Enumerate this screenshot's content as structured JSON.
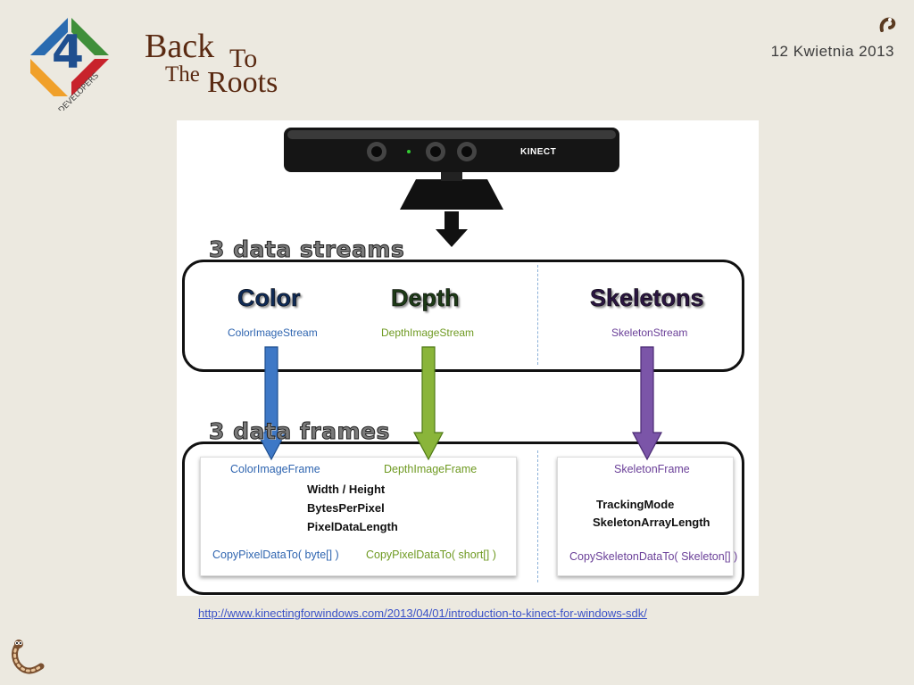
{
  "header": {
    "logo_text": "DEVELOPERS",
    "brand": {
      "line1": "Back",
      "line2": "To",
      "line3": "The",
      "line4": "Roots"
    },
    "date": "12 Kwietnia 2013"
  },
  "diagram": {
    "device_label": "KINECT",
    "streams_title": "3 data streams",
    "frames_title": "3 data frames",
    "streams": [
      {
        "name": "Color",
        "stream": "ColorImageStream"
      },
      {
        "name": "Depth",
        "stream": "DepthImageStream"
      },
      {
        "name": "Skeletons",
        "stream": "SkeletonStream"
      }
    ],
    "frames": {
      "color_frame": "ColorImageFrame",
      "depth_frame": "DepthImageFrame",
      "image_props": [
        "Width / Height",
        "BytesPerPixel",
        "PixelDataLength"
      ],
      "color_copy": "CopyPixelDataTo( byte[] )",
      "depth_copy": "CopyPixelDataTo( short[] )",
      "skeleton_frame": "SkeletonFrame",
      "skeleton_props": [
        "TrackingMode",
        "SkeletonArrayLength"
      ],
      "skeleton_copy": "CopySkeletonDataTo( Skeleton[] )"
    }
  },
  "footer": {
    "source_url": "http://www.kinectingforwindows.com/2013/04/01/introduction-to-kinect-for-windows-sdk/"
  },
  "colors": {
    "background": "#ece9e0",
    "brand": "#5a2a12",
    "color_stream": "#2f65b0",
    "depth_stream": "#6f9a22",
    "skeleton_stream": "#6a3f98"
  },
  "icons": [
    "4developers-logo",
    "worm-icon"
  ]
}
